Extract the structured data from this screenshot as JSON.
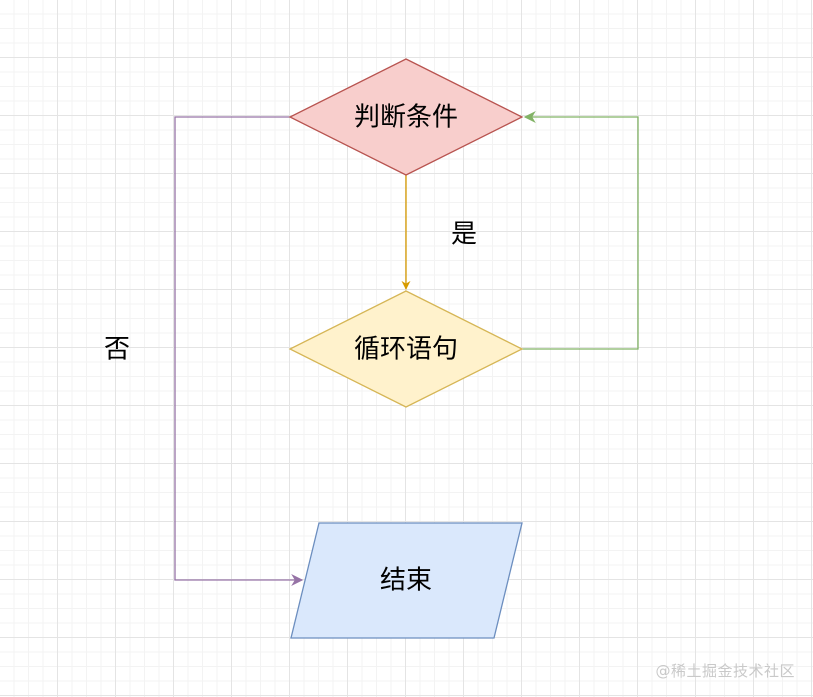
{
  "nodes": {
    "condition": {
      "label": "判断条件",
      "fill": "#f8cecc",
      "stroke": "#b85450"
    },
    "loop": {
      "label": "循环语句",
      "fill": "#fff2cc",
      "stroke": "#d6b656"
    },
    "end": {
      "label": "结束",
      "fill": "#dae8fc",
      "stroke": "#6c8ebf"
    }
  },
  "edges": {
    "yes": {
      "label": "是",
      "color": "#d79b00"
    },
    "no": {
      "label": "否",
      "color": "#9673a6"
    },
    "back": {
      "color": "#82b366"
    }
  },
  "watermark": "@稀土掘金技术社区"
}
